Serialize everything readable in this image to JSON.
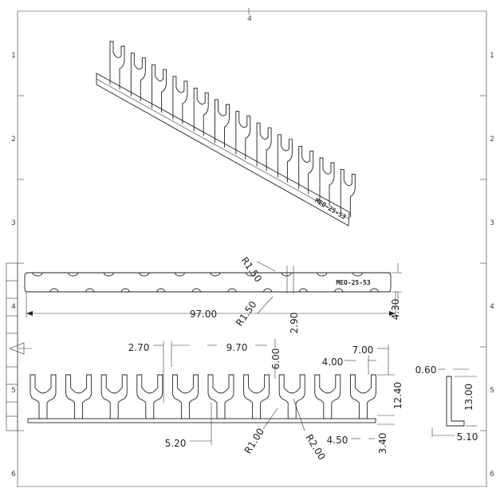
{
  "part_code": "MEO-25-53",
  "frame": {
    "top_marker": "4",
    "row_labels": [
      "1",
      "2",
      "3",
      "4",
      "5",
      "6"
    ]
  },
  "dimensions": {
    "r_top": "R1.50",
    "r_bottom": "R1.50",
    "overall_length": "97.00",
    "notch_depth": "2.90",
    "strip_height": "4.30",
    "pitch_offset": "2.70",
    "pitch": "9.70",
    "slot_depth": "6.00",
    "slot_width": "4.00",
    "fork_width": "7.00",
    "fork_height": "12.40",
    "gap": "5.20",
    "inner_radius": "R1.00",
    "outer_radius": "R2.00",
    "neck_width": "4.50",
    "base_height": "3.40",
    "thickness": "0.60",
    "total_height": "13.00",
    "flange_length": "5.10"
  },
  "colors": {
    "line": "#222222",
    "frame": "#555555"
  }
}
